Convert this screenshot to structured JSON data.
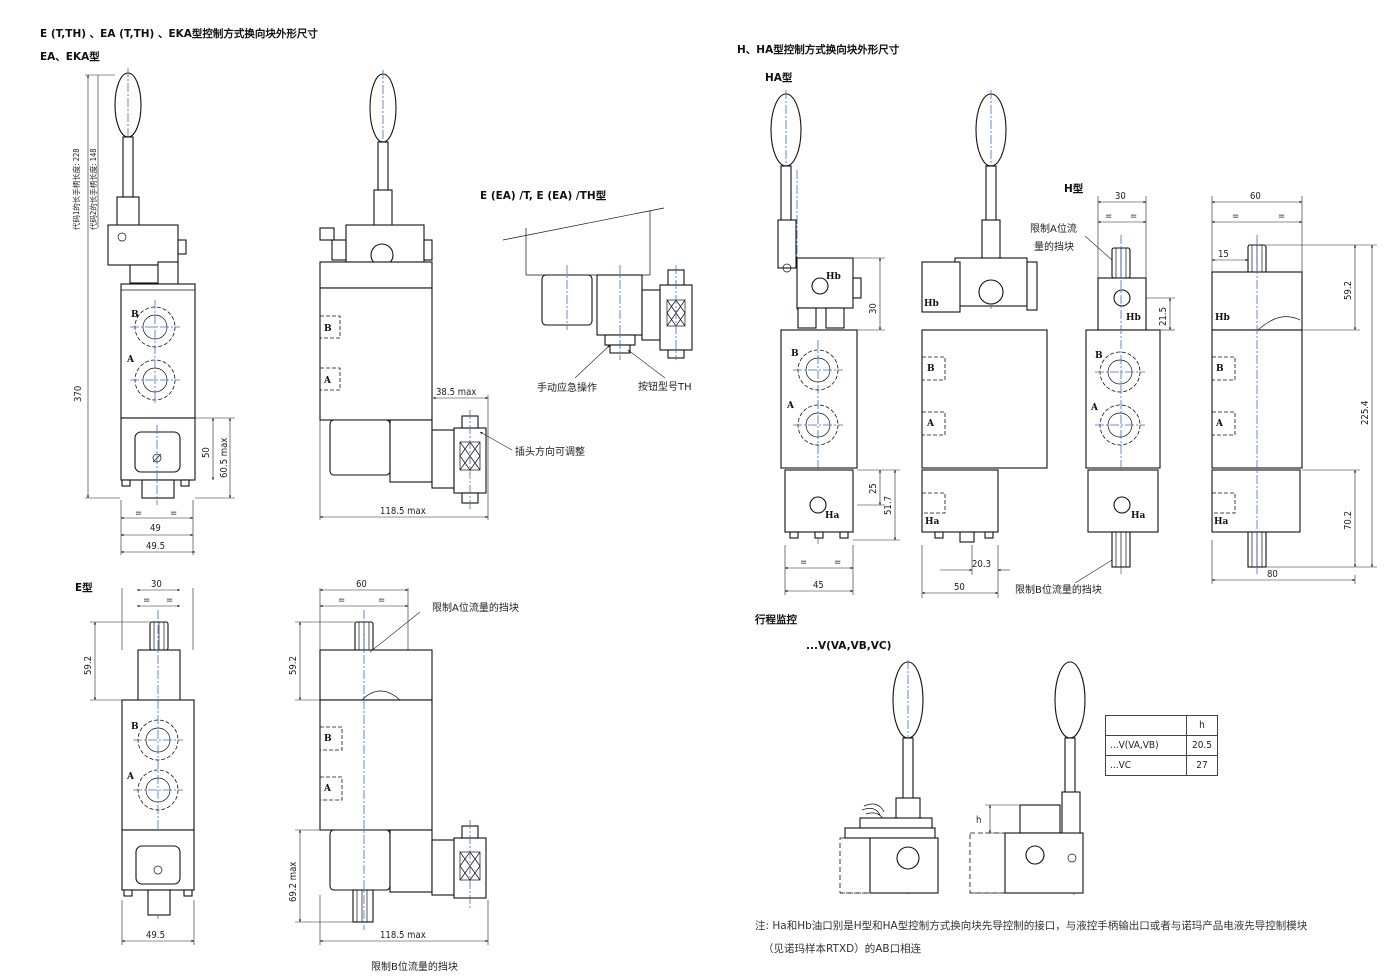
{
  "headings": {
    "left_title": "E (T,TH) 、EA (T,TH) 、EKA型控制方式换向块外形尺寸",
    "left_sub": "EA、EKA型",
    "e_type": "E型",
    "e_ea_th": "E (EA) /T, E (EA) /TH型",
    "right_title": "H、HA型控制方式换向块外形尺寸",
    "ha_type": "HA型",
    "h_type": "H型",
    "stroke_monitor": "行程监控",
    "v_variants": "...V(VA,VB,VC)"
  },
  "annotations": {
    "handle_len_228": "代码1的长手柄长度: 228",
    "handle_len_148": "代码2的长手柄长度: 148",
    "manual_emergency": "手动应急操作",
    "button_th": "按钮型号TH",
    "plug_adjustable": "插头方向可调整",
    "limit_a_flow": "限制A位流量的挡块",
    "limit_b_flow": "限制B位流量的挡块",
    "limit_a_flow_h_1": "限制A位流",
    "limit_a_flow_h_2": "量的挡块",
    "limit_b_flow_h": "限制B位流量的挡块"
  },
  "ports": {
    "a": "A",
    "b": "B",
    "ha": "Ha",
    "hb": "Hb"
  },
  "dimensions": {
    "d370": "370",
    "d50": "50",
    "d60_5max": "60.5 max",
    "d49": "49",
    "d49_5": "49.5",
    "d38_5max": "38.5 max",
    "d118_5max": "118.5 max",
    "d30": "30",
    "d59_2": "59.2",
    "d60": "60",
    "d69_2max": "69.2 max",
    "d25": "25",
    "d51_7": "51.7",
    "d45": "45",
    "d50b": "50",
    "d20_3": "20.3",
    "d21_5": "21.5",
    "d15": "15",
    "d225_4": "225.4",
    "d70_2": "70.2",
    "d80": "80",
    "eq": "=",
    "h": "h"
  },
  "h_table": {
    "header": [
      "",
      "h"
    ],
    "rows": [
      [
        "...V(VA,VB)",
        "20.5"
      ],
      [
        "...VC",
        "27"
      ]
    ]
  },
  "note": {
    "line1": "注: Ha和Hb油口别是H型和HA型控制方式换向块先导控制的接口，与液控手柄输出口或者与诺玛产品电液先导控制模块",
    "line2": "（见诺玛样本RTXD）的AB口相连"
  }
}
